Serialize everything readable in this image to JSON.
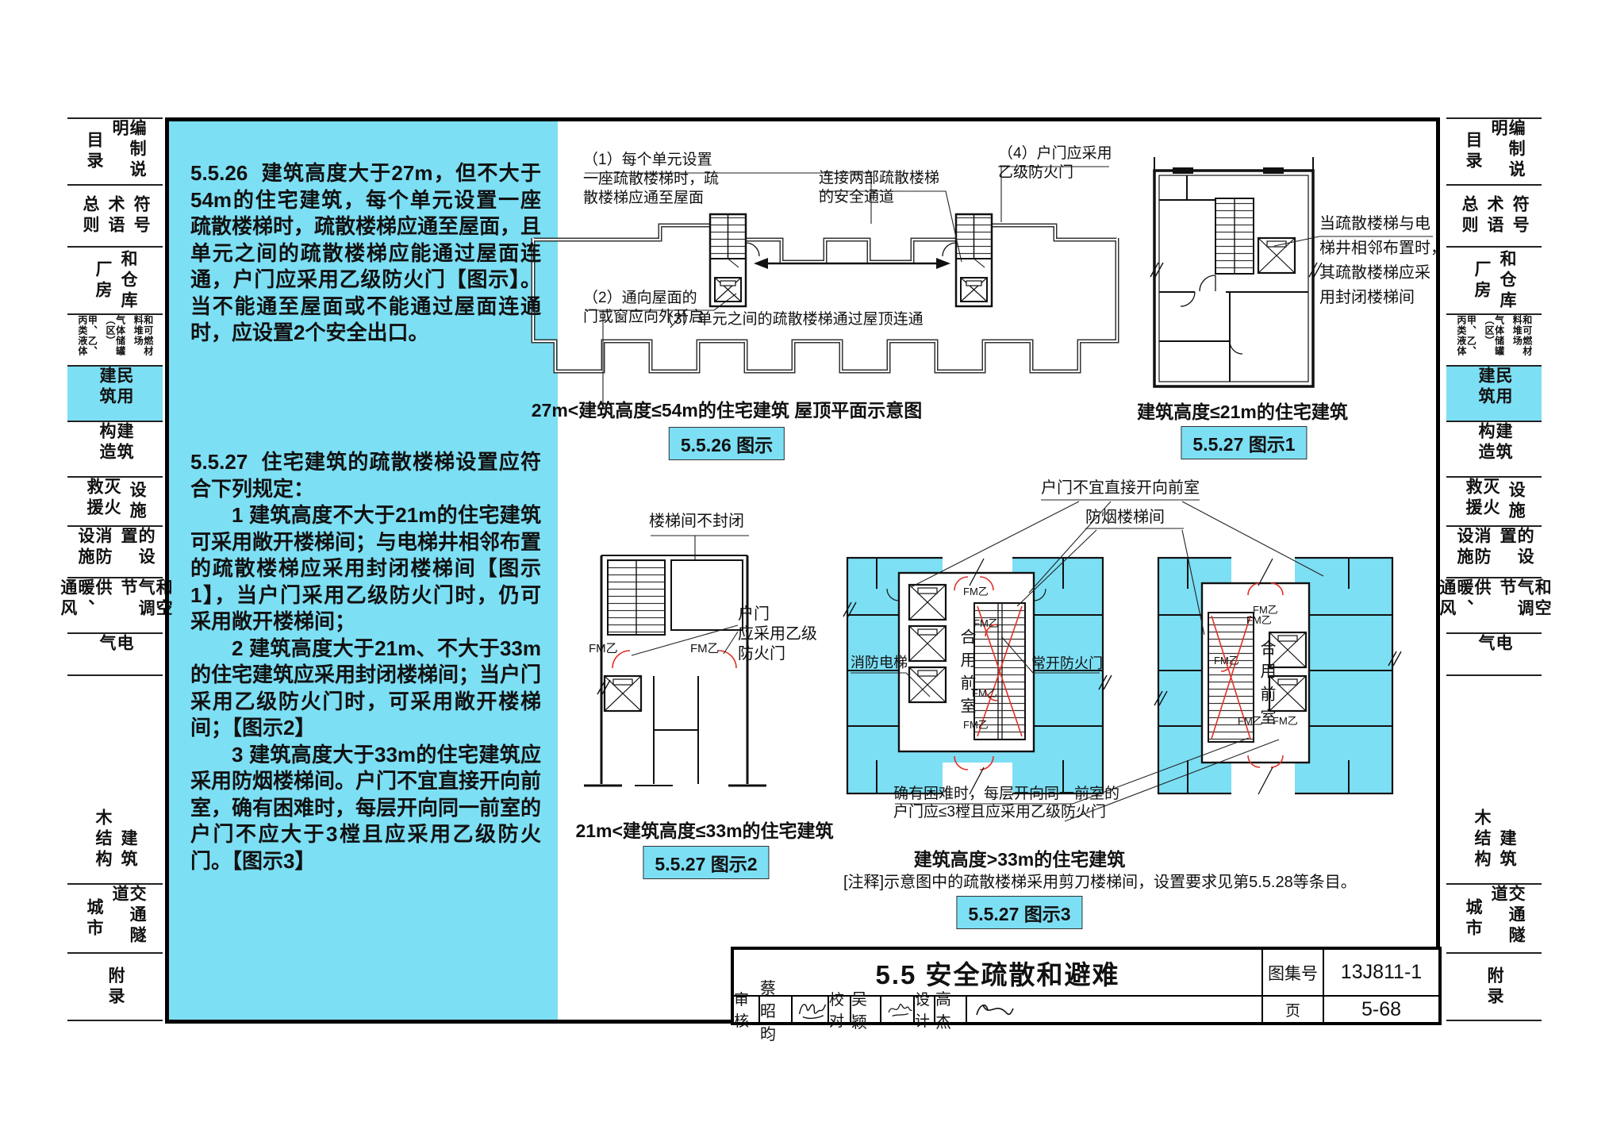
{
  "colors": {
    "accent": "#7ddff4",
    "red": "#e03127",
    "line": "#111111"
  },
  "sidebar": {
    "active_index": 4,
    "tabs": [
      {
        "cols": [
          "目录",
          "编制说明"
        ]
      },
      {
        "cols": [
          "总则",
          "术语",
          "符号"
        ]
      },
      {
        "cols": [
          "厂房",
          "和仓库"
        ]
      },
      {
        "cols": [
          "甲、乙、丙类液体",
          "气体储罐（区）",
          "和可燃材料堆场"
        ],
        "small": true
      },
      {
        "cols": [
          "民用建筑"
        ]
      },
      {
        "cols": [
          "建筑构造"
        ]
      },
      {
        "cols": [
          "灭火救援",
          "设施"
        ]
      },
      {
        "cols": [
          "消防设施",
          "的设置"
        ]
      },
      {
        "cols": [
          "供暖、通风",
          "和空气调节"
        ]
      },
      {
        "cols": [
          "电气"
        ]
      },
      {
        "cols": [
          "木结构",
          "建筑"
        ]
      },
      {
        "cols": [
          "城市",
          "交通隧道"
        ]
      },
      {
        "cols": [
          "附录"
        ]
      }
    ]
  },
  "panel": {
    "sec1_num": "5.5.26",
    "sec1_text": "建筑高度大于27m，但不大于54m的住宅建筑，每个单元设置一座疏散楼梯时，疏散楼梯应通至屋面，且单元之间的疏散楼梯应能通过屋面连通，户门应采用乙级防火门【图示】。当不能通至屋面或不能通过屋面连通时，应设置2个安全出口。",
    "sec2_num": "5.5.27",
    "sec2_intro": "住宅建筑的疏散楼梯设置应符合下列规定：",
    "sec2_item1": "1 建筑高度不大于21m的住宅建筑可采用敞开楼梯间；与电梯井相邻布置的疏散楼梯应采用封闭楼梯间【图示1】，当户门采用乙级防火门时，仍可采用敞开楼梯间；",
    "sec2_item2": "2 建筑高度大于21m、不大于33m的住宅建筑应采用封闭楼梯间；当户门采用乙级防火门时，可采用敞开楼梯间；【图示2】",
    "sec2_item3": "3 建筑高度大于33m的住宅建筑应采用防烟楼梯间。户门不宜直接开向前室，确有困难时，每层开向同一前室的户门不应大于3樘且应采用乙级防火门。【图示3】"
  },
  "fig526": {
    "callout1": "（1）每个单元设置\n一座疏散楼梯时，疏\n散楼梯应通至屋面",
    "callout2": "连接两部疏散楼梯\n的安全通道",
    "callout3": "（4）户门应采用\n乙级防火门",
    "callout4": "（2）通向屋面的\n门或窗应向外开启",
    "callout5": "（3）单元之间的疏散楼梯通过屋顶连通",
    "caption": "27m<建筑高度≤54m的住宅建筑 屋顶平面示意图",
    "badge": "5.5.26 图示"
  },
  "fig527a": {
    "note": "当疏散楼梯与电\n梯井相邻布置时，\n其疏散楼梯应采\n用封闭楼梯间",
    "caption": "建筑高度≤21m的住宅建筑",
    "badge": "5.5.27 图示1"
  },
  "fig527b": {
    "label_stair": "楼梯间不封闭",
    "label_door": "户门\n应采用乙级\n防火门",
    "fm": "FM乙",
    "caption": "21m<建筑高度≤33m的住宅建筑",
    "badge": "5.5.27 图示2"
  },
  "fig527c": {
    "note_top1": "户门不宜直接开向前室",
    "note_top2": "防烟楼梯间",
    "label_fire_elevator": "消防电梯",
    "label_lobby": "合用前室",
    "label_open_door": "常开防火门",
    "fm": "FM乙",
    "note_bottom": "确有困难时，每层开向同一前室的\n户门应≤3樘且应采用乙级防火门",
    "caption": "建筑高度>33m的住宅建筑",
    "note_ref": "[注释]示意图中的疏散楼梯采用剪刀楼梯间，设置要求见第5.5.28等条目。",
    "badge": "5.5.27 图示3"
  },
  "titleblock": {
    "title": "5.5 安全疏散和避难",
    "atlas_label": "图集号",
    "atlas_no": "13J811-1",
    "page_label": "页",
    "page_no": "5-68",
    "audit_label": "审核",
    "audit_name": "蔡昭昀",
    "proof_label": "校对",
    "proof_name": "吴颖",
    "design_label": "设计",
    "design_name": "高杰"
  }
}
